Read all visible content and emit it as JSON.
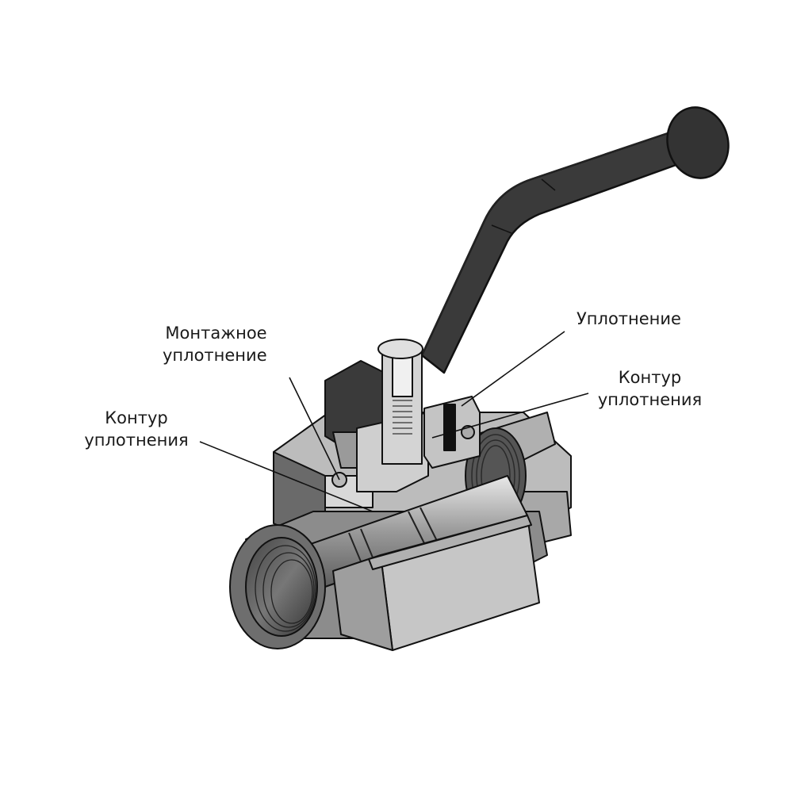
{
  "diagram": {
    "subject": "Ball valve cutaway",
    "colors": {
      "background": "#ffffff",
      "handle": "#333333",
      "body_light": "#c8c8c8",
      "body_mid": "#a0a0a0",
      "body_dark": "#5a5a5a",
      "outline": "#111111",
      "text": "#1a1a1a"
    },
    "labels": {
      "mounting_seal": {
        "line1": "Монтажное",
        "line2": "уплотнение"
      },
      "seal_contour_left": {
        "line1": "Контур",
        "line2": "уплотнения"
      },
      "seal": {
        "line1": "Уплотнение"
      },
      "seal_contour_right": {
        "line1": "Контур",
        "line2": "уплотнения"
      }
    }
  }
}
